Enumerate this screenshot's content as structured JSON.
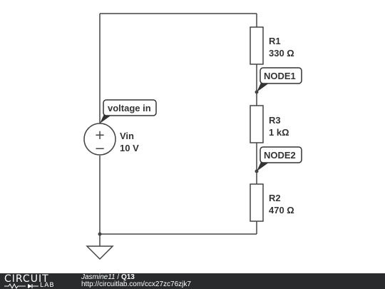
{
  "schematic": {
    "resistors": [
      {
        "name": "R1",
        "value": "330 Ω"
      },
      {
        "name": "R3",
        "value": "1 kΩ"
      },
      {
        "name": "R2",
        "value": "470 Ω"
      }
    ],
    "source": {
      "name": "Vin",
      "value": "10 V",
      "plus": "+",
      "minus": "−"
    },
    "labels": {
      "voltage_in": "voltage in",
      "node1": "NODE1",
      "node2": "NODE2"
    }
  },
  "footer": {
    "brand_top": "CIRCUIT",
    "brand_bottom": "LAB",
    "user": "Jasmine11",
    "separator": "/",
    "title": "Q13",
    "url": "http://circuitlab.com/ccx27zc76zjk7"
  }
}
